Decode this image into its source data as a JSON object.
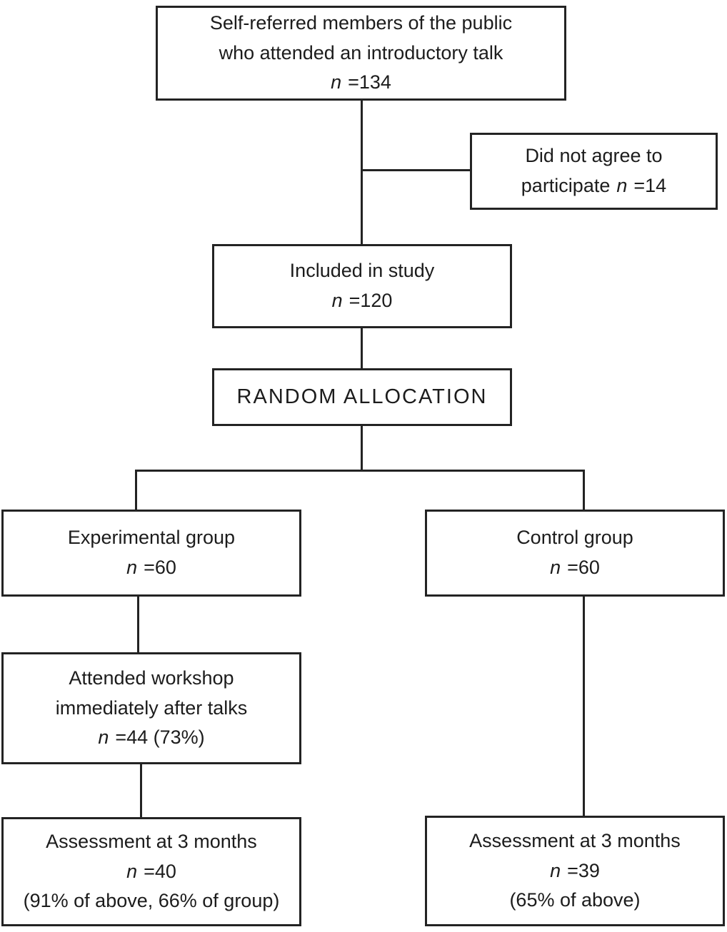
{
  "diagram": {
    "kind": "study-recruitment-flowchart",
    "colors": {
      "line": "#232323",
      "background": "#ffffff",
      "text": "#1c1c1c"
    },
    "boxes": {
      "referred": {
        "line1": "Self-referred members of the public",
        "line2": "who attended an introductory talk",
        "n": "n",
        "count": "=134"
      },
      "declined": {
        "line1": "Did not agree to",
        "line2_pre": "participate",
        "n": "n",
        "count": "=14"
      },
      "included": {
        "line1": "Included in study",
        "n": "n",
        "count": "=120"
      },
      "random": {
        "label": "RANDOM ALLOCATION"
      },
      "experimental": {
        "line1": "Experimental group",
        "n": "n",
        "count": "=60"
      },
      "control": {
        "line1": "Control group",
        "n": "n",
        "count": "=60"
      },
      "workshop": {
        "line1": "Attended workshop",
        "line2": "immediately after talks",
        "n": "n",
        "count": "=44 (73%)"
      },
      "assess_exp": {
        "line1": "Assessment at 3 months",
        "n": "n",
        "count": "=40",
        "line3": "(91% of above, 66% of group)"
      },
      "assess_ctrl": {
        "line1": "Assessment at 3 months",
        "n": "n",
        "count": "=39",
        "line3": "(65% of above)"
      }
    }
  }
}
